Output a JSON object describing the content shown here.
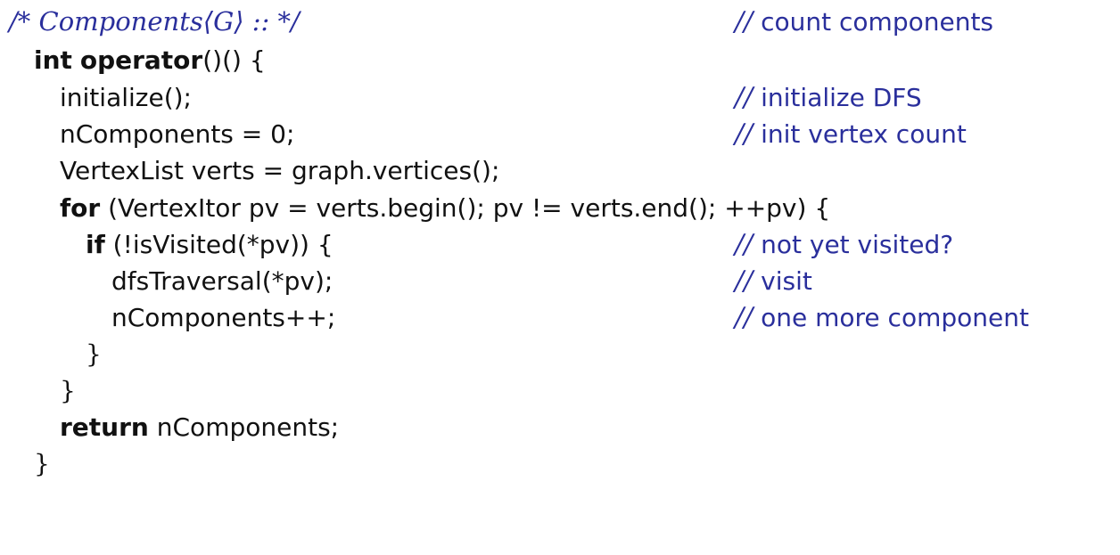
{
  "header": {
    "open": "/* ",
    "name": "Components",
    "langle": "⟨",
    "param": "G",
    "rangle": "⟩",
    "rest": " :: */",
    "comment_slashes": "//",
    "comment": "count components"
  },
  "signature": {
    "type": "int",
    "name": "operator",
    "rest": "()() {"
  },
  "lines": [
    {
      "code": "initialize();",
      "comment": "initialize DFS"
    },
    {
      "code": "nComponents = 0;",
      "comment": "init vertex count"
    },
    {
      "code": "VertexList verts = graph.vertices();",
      "comment": ""
    }
  ],
  "for_line": {
    "keyword": "for",
    "rest": " (VertexItor pv = verts.begin(); pv != verts.end(); ++pv) {"
  },
  "if_line": {
    "keyword": "if",
    "rest": " (!isVisited(*pv)) {",
    "comment": "not yet visited?"
  },
  "inner": [
    {
      "code": "dfsTraversal(*pv);",
      "comment": "visit"
    },
    {
      "code": "nComponents++;",
      "comment": "one more component"
    }
  ],
  "close_if": "}",
  "close_for": "}",
  "return_line": {
    "keyword": "return",
    "rest": " nComponents;"
  },
  "close_fn": "}",
  "comment_marker": "//",
  "colors": {
    "comment": "#2a2f9c",
    "code": "#111111",
    "background": "#ffffff"
  }
}
